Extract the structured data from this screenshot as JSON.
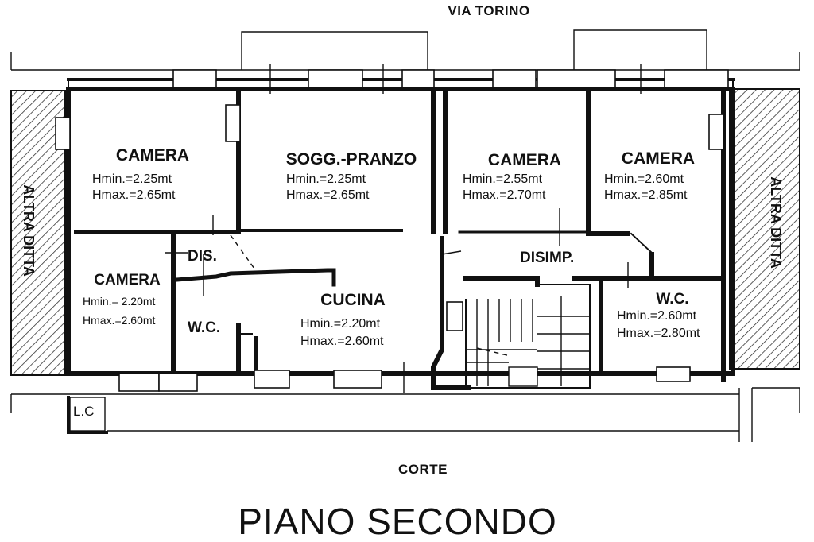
{
  "plan": {
    "street_top": "VIA TORINO",
    "street_bottom": "CORTE",
    "title": "PIANO SECONDO",
    "neighbor_left": "ALTRA DITTA",
    "neighbor_right": "ALTRA DITTA",
    "rooms": [
      {
        "name": "CAMERA",
        "hmin": "Hmin.=2.25mt",
        "hmax": "Hmax.=2.65mt"
      },
      {
        "name": "SOGG.-PRANZO",
        "hmin": "Hmin.=2.25mt",
        "hmax": "Hmax.=2.65mt"
      },
      {
        "name": "CAMERA",
        "hmin": "Hmin.=2.55mt",
        "hmax": "Hmax.=2.70mt"
      },
      {
        "name": "CAMERA",
        "hmin": "Hmin.=2.60mt",
        "hmax": "Hmax.=2.85mt"
      },
      {
        "name": "CAMERA",
        "hmin": "Hmin.= 2.20mt",
        "hmax": "Hmax.=2.60mt"
      },
      {
        "name": "CUCINA",
        "hmin": "Hmin.=2.20mt",
        "hmax": "Hmax.=2.60mt"
      },
      {
        "name": "W.C.",
        "hmin": "Hmin.=2.60mt",
        "hmax": "Hmax.=2.80mt"
      }
    ],
    "small_labels": {
      "dis": "DIS.",
      "wc_left": "W.C.",
      "disimp": "DISIMP.",
      "lc": "L.C"
    }
  }
}
